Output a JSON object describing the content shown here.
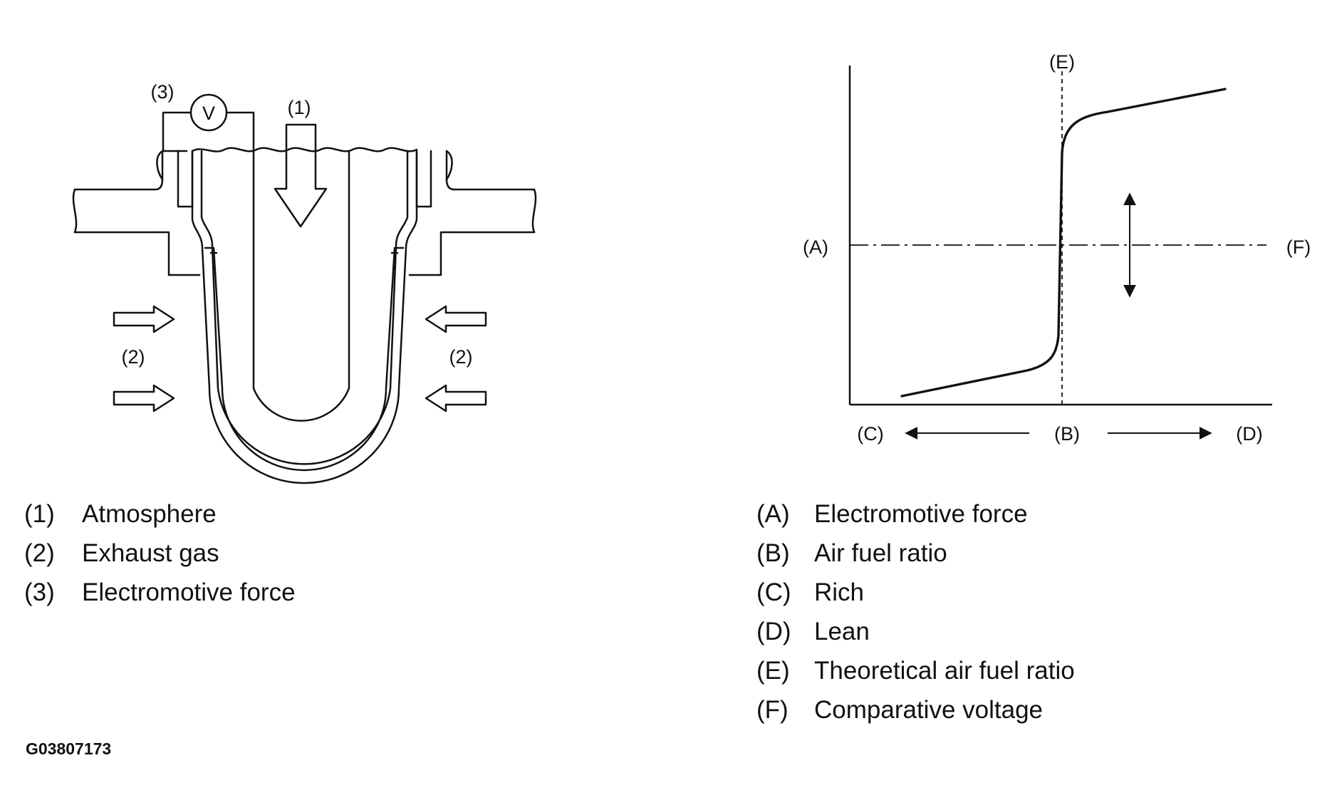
{
  "sensor": {
    "label_atmosphere": "(1)",
    "label_exhaust_left": "(2)",
    "label_exhaust_right": "(2)",
    "label_emf": "(3)",
    "voltmeter_symbol": "V"
  },
  "chart_data": {
    "type": "line",
    "title": "",
    "xlabel": "(B)",
    "ylabel": "(A)",
    "x_left_label": "(C)",
    "x_right_label": "(D)",
    "vertical_marker_label": "(E)",
    "reference_line_label": "(F)",
    "curve_shape": "step",
    "reference_line": "dash-dot",
    "vertical_marker": "dashed",
    "grid": false
  },
  "legend_left": [
    {
      "key": "(1)",
      "text": "Atmosphere"
    },
    {
      "key": "(2)",
      "text": "Exhaust gas"
    },
    {
      "key": "(3)",
      "text": "Electromotive force"
    }
  ],
  "legend_right": [
    {
      "key": "(A)",
      "text": "Electromotive force"
    },
    {
      "key": "(B)",
      "text": "Air fuel ratio"
    },
    {
      "key": "(C)",
      "text": "Rich"
    },
    {
      "key": "(D)",
      "text": "Lean"
    },
    {
      "key": "(E)",
      "text": "Theoretical air fuel ratio"
    },
    {
      "key": "(F)",
      "text": "Comparative voltage"
    }
  ],
  "figure_code": "G03807173",
  "colors": {
    "ink": "#111111",
    "background": "#ffffff"
  }
}
